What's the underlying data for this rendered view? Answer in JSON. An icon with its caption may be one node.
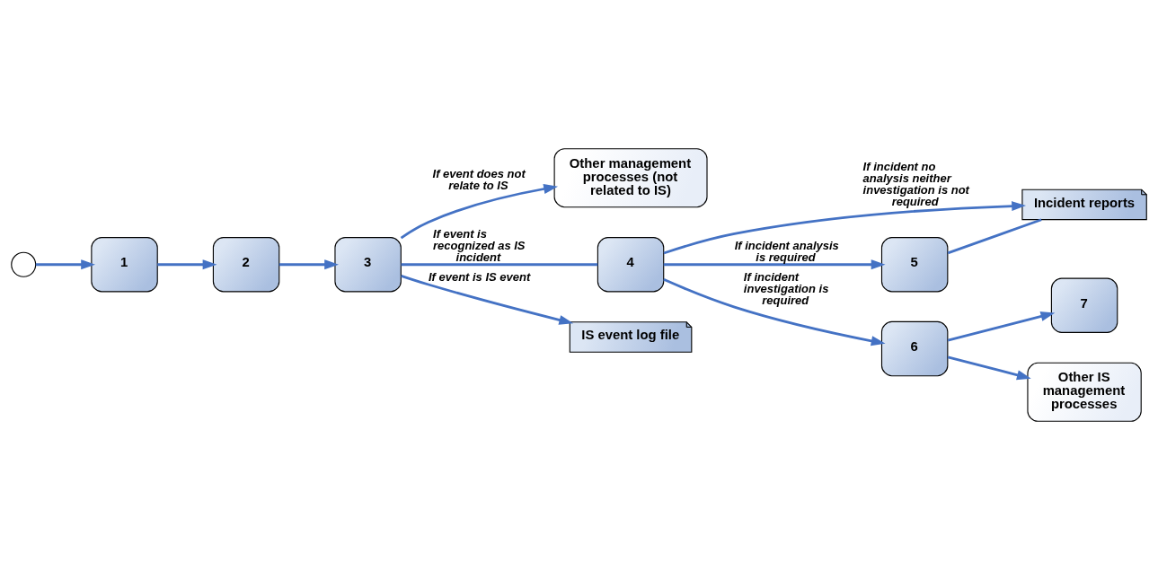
{
  "diagram": {
    "nodes": [
      {
        "text": [],
        "shape": "circle"
      },
      {
        "text": [
          "1"
        ]
      },
      {
        "text": [
          "2"
        ]
      },
      {
        "text": [
          "3"
        ]
      },
      {
        "text": [
          "Other management processes (not related to IS)"
        ]
      },
      {
        "text": [
          "4"
        ]
      },
      {
        "text": [
          "IS event log file"
        ]
      },
      {
        "text": [
          "5"
        ]
      },
      {
        "text": [
          "6"
        ]
      },
      {
        "text": [
          "Incident reports"
        ]
      },
      {
        "text": [
          "7"
        ]
      },
      {
        "text": [
          "Other IS management processes"
        ]
      }
    ],
    "edges": [
      {
        "from": 0,
        "to": 1,
        "arrow": "to"
      },
      {
        "from": 1,
        "to": 2,
        "arrow": "to"
      },
      {
        "from": 2,
        "to": 3,
        "arrow": "to"
      },
      {
        "from": 3,
        "to": 4,
        "arrow": "to",
        "label": "If event does not relate to IS"
      },
      {
        "from": 3,
        "to": 5,
        "arrow": "none",
        "label": "If event is recognized as IS incident"
      },
      {
        "from": 3,
        "to": 6,
        "arrow": "to",
        "label": "If event is IS event"
      },
      {
        "from": 5,
        "to": 7,
        "arrow": "to",
        "label": "If incident analysis is required"
      },
      {
        "from": 5,
        "to": 8,
        "arrow": "to",
        "label": "If incident investigation is required"
      },
      {
        "from": 5,
        "to": 9,
        "arrow": "to",
        "label": "If incident no analysis neither investigation is not required"
      },
      {
        "from": 7,
        "to": 9,
        "arrow": "none"
      },
      {
        "from": 8,
        "to": 10,
        "arrow": "to"
      },
      {
        "from": 8,
        "to": 11,
        "arrow": "to"
      }
    ]
  }
}
